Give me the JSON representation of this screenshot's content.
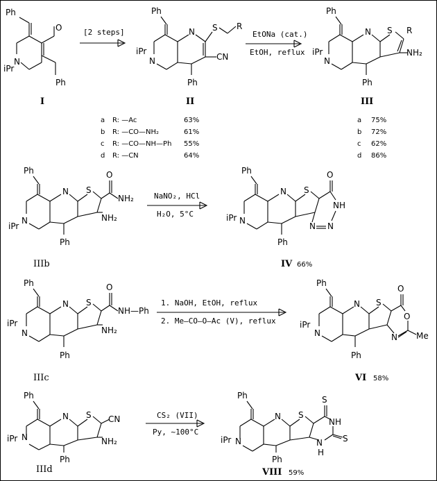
{
  "scheme1": {
    "start_label": "I",
    "arrow1_label": "[2 steps]",
    "mid_label": "II",
    "arrow2_top": "EtONa (cat.)",
    "arrow2_bottom": "EtOH,  reflux",
    "end_label": "III",
    "r_variants": [
      {
        "key": "a",
        "r": "R:  —Ac",
        "yield_ii": "63%",
        "yield_iii": "75%"
      },
      {
        "key": "b",
        "r": "R:  —CO—NH₂",
        "yield_ii": "61%",
        "yield_iii": "72%"
      },
      {
        "key": "c",
        "r": "R:  —CO—NH—Ph",
        "yield_ii": "55%",
        "yield_iii": "62%"
      },
      {
        "key": "d",
        "r": "R:  —CN",
        "yield_ii": "64%",
        "yield_iii": "86%"
      }
    ]
  },
  "scheme2": {
    "start_label": "IIIb",
    "arrow_top": "NaNO₂, HCl",
    "arrow_bottom": "H₂O,  5°C",
    "product_label": "IV",
    "product_yield": "66%"
  },
  "scheme3": {
    "start_label": "IIIc",
    "arrow_top": "1.  NaOH,  EtOH,  reflux",
    "arrow_bottom": "2.  Me—CO—O—Ac  (V),  reflux",
    "product_label": "VI",
    "product_yield": "58%"
  },
  "scheme4": {
    "start_label": "IIId",
    "arrow_top": "CS₂  (VII)",
    "arrow_bottom": "Py,  ~100°C",
    "product_label": "VIII",
    "product_yield": "59%"
  },
  "atoms": {
    "ph": "Ph",
    "ipr": "iPr",
    "n": "N",
    "s": "S",
    "o": "O",
    "r": "R",
    "cn": "CN",
    "nh2": "NH₂",
    "conh2": "NH₂",
    "nhph": "NH—Ph",
    "nh": "NH",
    "h": "H",
    "me": "Me",
    "n_eq": "N"
  }
}
